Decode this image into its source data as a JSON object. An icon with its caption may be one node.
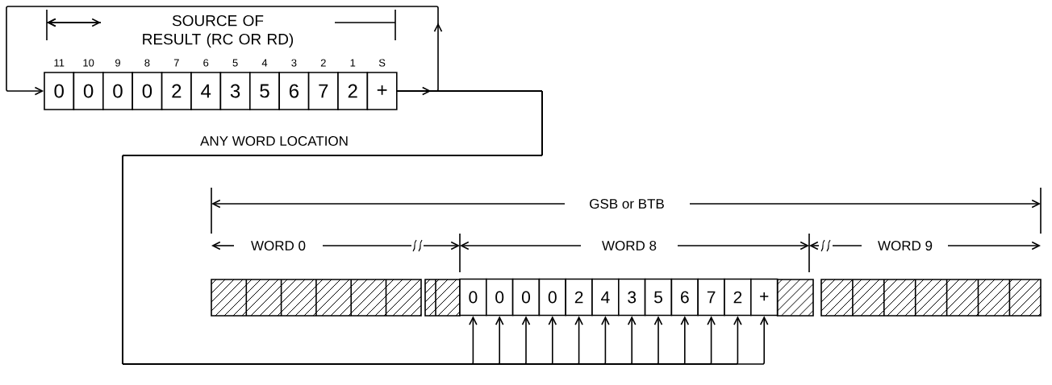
{
  "diagram": {
    "nodes": [
      {
        "text": [
          "0"
        ]
      },
      {
        "text": [
          "0"
        ]
      },
      {
        "text": [
          "0"
        ]
      },
      {
        "text": [
          "0"
        ]
      },
      {
        "text": [
          "2"
        ]
      },
      {
        "text": [
          "4"
        ]
      },
      {
        "text": [
          "3"
        ]
      },
      {
        "text": [
          "5"
        ]
      },
      {
        "text": [
          "6"
        ]
      },
      {
        "text": [
          "7"
        ]
      },
      {
        "text": [
          "2"
        ]
      },
      {
        "text": [
          "+"
        ]
      },
      {
        "text": [
          "0"
        ]
      },
      {
        "text": [
          "0"
        ]
      },
      {
        "text": [
          "0"
        ]
      },
      {
        "text": [
          "0"
        ]
      },
      {
        "text": [
          "2"
        ]
      },
      {
        "text": [
          "4"
        ]
      },
      {
        "text": [
          "3"
        ]
      },
      {
        "text": [
          "5"
        ]
      },
      {
        "text": [
          "6"
        ]
      },
      {
        "text": [
          "7"
        ]
      },
      {
        "text": [
          "2"
        ]
      },
      {
        "text": [
          "+"
        ]
      }
    ],
    "edges": [
      {
        "from": 11,
        "to": 0,
        "arrow": "to"
      },
      {
        "from": 11,
        "to": 12,
        "arrow": "to"
      },
      {
        "from": 11,
        "to": 13,
        "arrow": "to"
      },
      {
        "from": 11,
        "to": 14,
        "arrow": "to"
      },
      {
        "from": 11,
        "to": 15,
        "arrow": "to"
      },
      {
        "from": 11,
        "to": 16,
        "arrow": "to"
      },
      {
        "from": 11,
        "to": 17,
        "arrow": "to"
      },
      {
        "from": 11,
        "to": 18,
        "arrow": "to"
      },
      {
        "from": 11,
        "to": 19,
        "arrow": "to"
      },
      {
        "from": 11,
        "to": 20,
        "arrow": "to"
      },
      {
        "from": 11,
        "to": 21,
        "arrow": "to"
      },
      {
        "from": 11,
        "to": 22,
        "arrow": "to"
      },
      {
        "from": 11,
        "to": 23,
        "arrow": "to"
      }
    ],
    "labels": [
      "SOURCE OF RESULT (RC OR RD)",
      "11",
      "10",
      "9",
      "8",
      "7",
      "6",
      "5",
      "4",
      "3",
      "2",
      "1",
      "S",
      "ANY WORD LOCATION",
      "GSB or BTB",
      "WORD 0",
      "WORD 8",
      "WORD 9"
    ]
  }
}
